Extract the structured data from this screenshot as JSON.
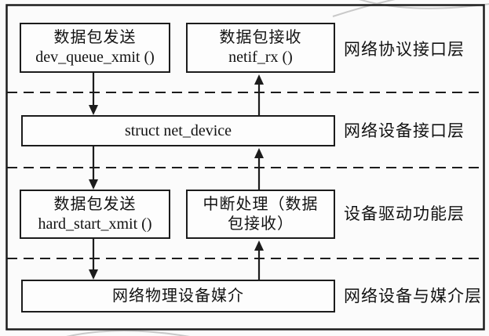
{
  "diagram": {
    "colors": {
      "line": "#1c1c1c",
      "box_fill": "#fdfdfd",
      "background": "#fbfbfb",
      "scan_artifact": "#c9c9c9"
    },
    "boxes": {
      "tx_protocol": {
        "line1": "数据包发送",
        "line2": "dev_queue_xmit ()"
      },
      "rx_protocol": {
        "line1": "数据包接收",
        "line2": "netif_rx ()"
      },
      "net_device": {
        "label": "struct net_device"
      },
      "tx_driver": {
        "line1": "数据包发送",
        "line2": "hard_start_xmit ()"
      },
      "interrupt_handler": {
        "line1": "中断处理（数据",
        "line2": "包接收）"
      },
      "physical_media": {
        "label": "网络物理设备媒介"
      }
    },
    "layer_labels": {
      "protocol_interface": "网络协议接口层",
      "device_interface": "网络设备接口层",
      "driver_function": "设备驱动功能层",
      "device_media": "网络设备与媒介层"
    }
  }
}
